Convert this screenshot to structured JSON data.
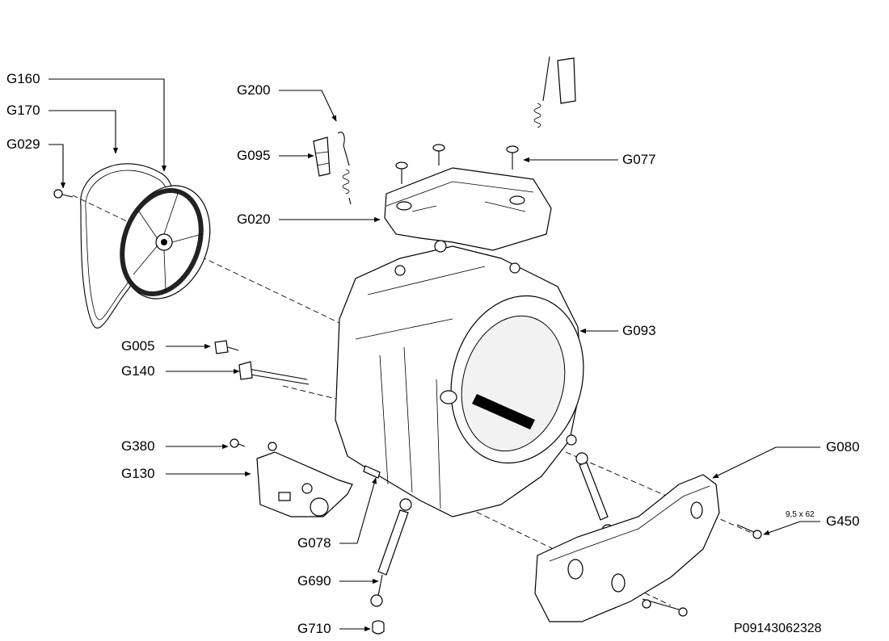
{
  "labels": {
    "g160": "G160",
    "g170": "G170",
    "g029": "G029",
    "g200": "G200",
    "g095": "G095",
    "g077": "G077",
    "g020": "G020",
    "g093": "G093",
    "g005": "G005",
    "g140": "G140",
    "g380": "G380",
    "g130": "G130",
    "g080": "G080",
    "g450": "G450",
    "g450_size": "9,5 x 62",
    "g078": "G078",
    "g690": "G690",
    "g710": "G710"
  },
  "drawing_code": "P09143062328"
}
